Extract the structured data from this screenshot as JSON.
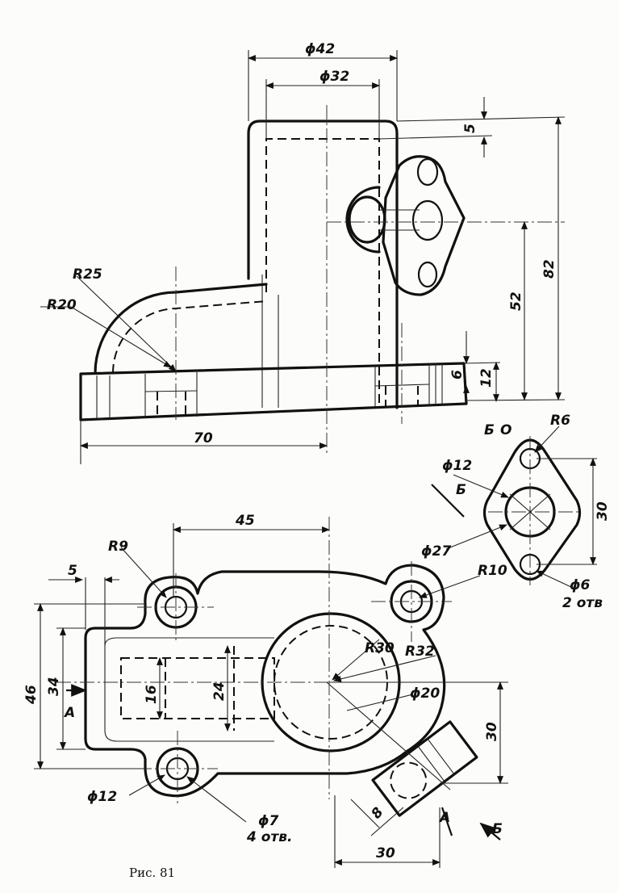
{
  "top_view": {
    "dim_phi42": "ϕ42",
    "dim_phi32": "ϕ32",
    "dim_5": "5",
    "dim_82": "82",
    "dim_52": "52",
    "dim_6": "6",
    "dim_12": "12",
    "dim_r25": "R25",
    "dim_r20": "R20",
    "dim_70": "70"
  },
  "plan_view": {
    "dim_45": "45",
    "dim_5": "5",
    "dim_r9": "R9",
    "dim_r10": "R10",
    "dim_r30": "R30",
    "dim_r32": "R32",
    "dim_phi20": "ϕ20",
    "dim_46": "46",
    "dim_34": "34",
    "dim_16": "16",
    "dim_24": "24",
    "dim_30_right": "30",
    "dim_phi12": "ϕ12",
    "dim_phi7": "ϕ7",
    "holes_phi7": "4 отв.",
    "dim_8": "8",
    "dim_30_bottom": "30",
    "section_a_left": "А",
    "section_a_right": "А",
    "arrow_b_label": "Б"
  },
  "flange_view": {
    "view_label": "Б",
    "view_mark": "О",
    "dim_r6": "R6",
    "dim_phi12": "ϕ12",
    "dim_b": "Б",
    "dim_30": "30",
    "dim_phi27": "ϕ27",
    "dim_phi6": "ϕ6",
    "holes_phi6": "2 отв"
  },
  "caption": "Рис. 81"
}
